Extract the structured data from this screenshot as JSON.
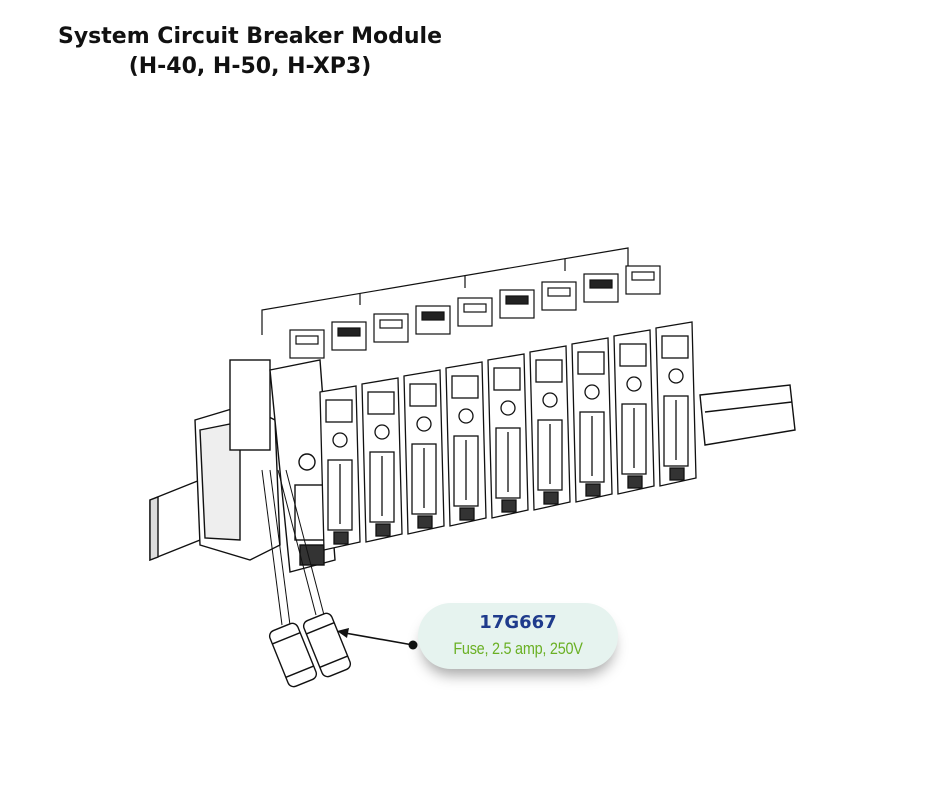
{
  "title": {
    "line1": "System Circuit Breaker Module",
    "line2": "(H-40, H-50, H-XP3)"
  },
  "callout": {
    "part_number": "17G667",
    "description": "Fuse, 2.5 amp, 250V"
  },
  "colors": {
    "title_text": "#111111",
    "part_number": "#1f3b8c",
    "description": "#6ab024",
    "callout_bg": "#e6f3ef",
    "line_art": "#111111"
  },
  "breaker_count": 9
}
